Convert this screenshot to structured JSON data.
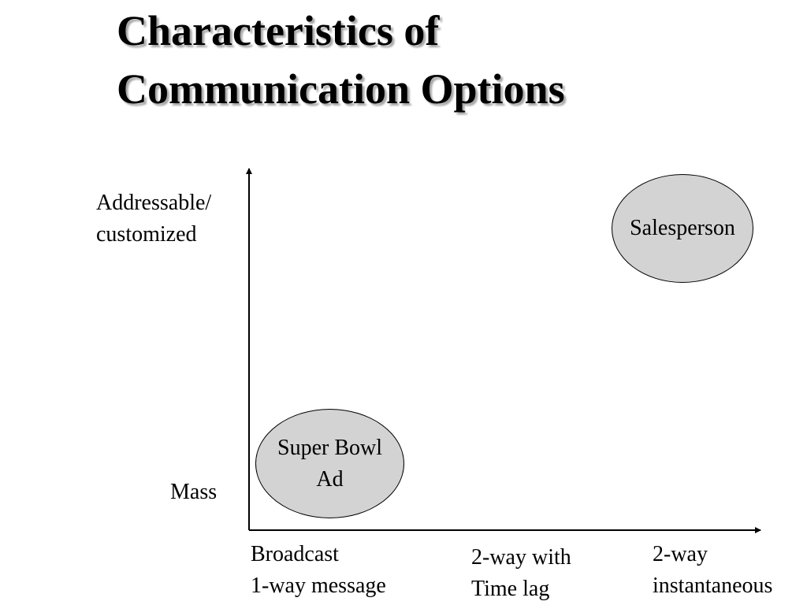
{
  "slide": {
    "title_line1": "Characteristics of",
    "title_line2": "Communication Options"
  },
  "axes": {
    "y_top_line1": "Addressable/",
    "y_top_line2": "customized",
    "y_bottom": "Mass",
    "x_left_line1": "Broadcast",
    "x_left_line2": "1-way message",
    "x_middle_line1": "2-way with",
    "x_middle_line2": "Time lag",
    "x_right_line1": "2-way",
    "x_right_line2": "instantaneous"
  },
  "bubbles": {
    "salesperson": "Salesperson",
    "superbowl_line1": "Super Bowl",
    "superbowl_line2": "Ad"
  },
  "colors": {
    "bubble_fill": "#d3d3d3",
    "lines": "#000000",
    "background": "#ffffff"
  }
}
